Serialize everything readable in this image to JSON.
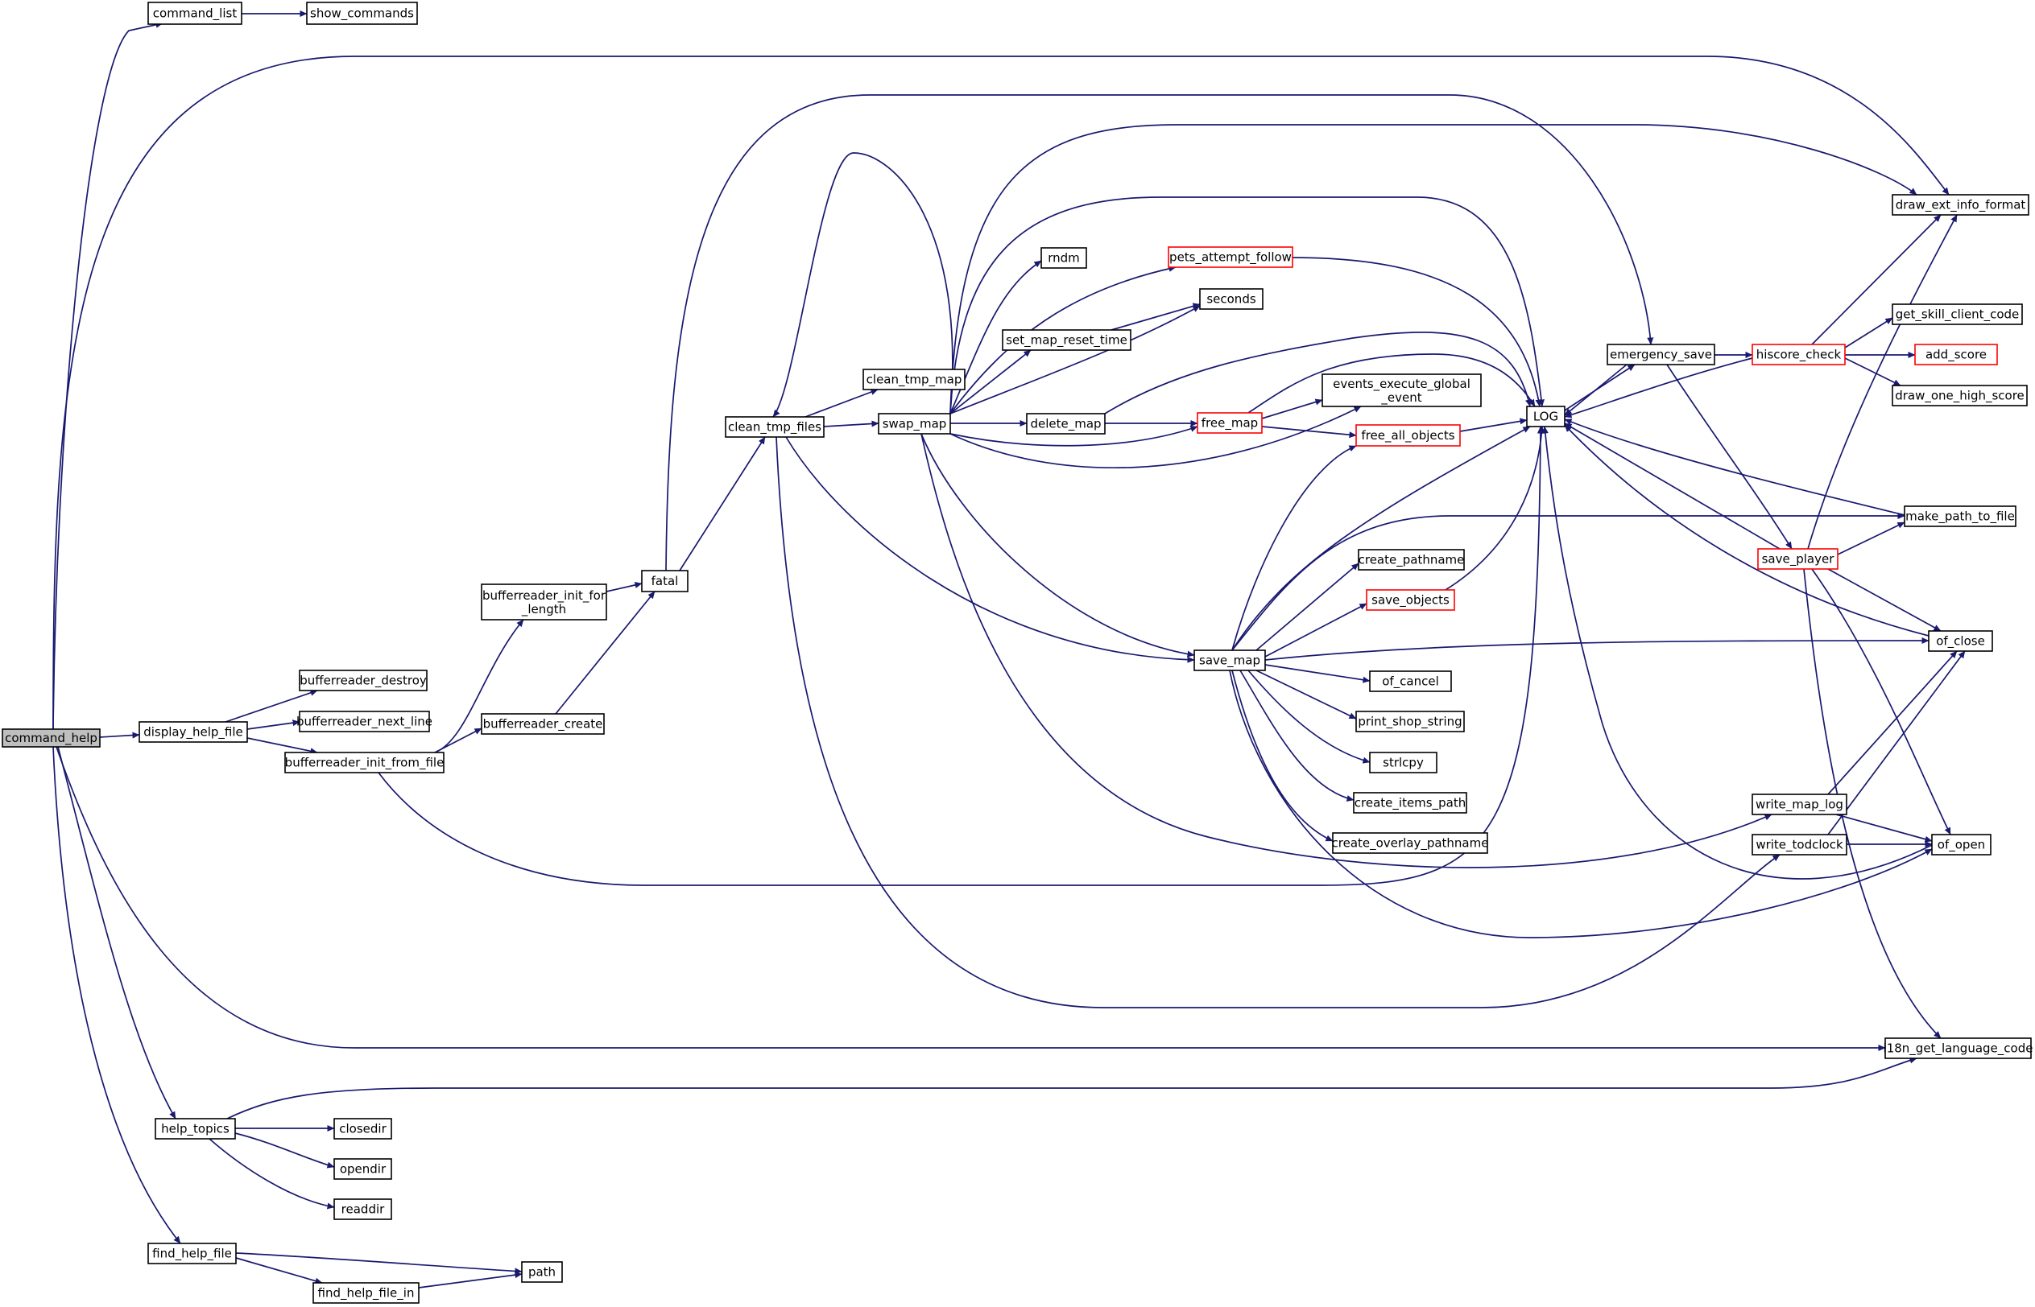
{
  "colors": {
    "edge": "#191970",
    "node_border": "#000000",
    "node_border_incomplete": "#ff0000",
    "root_fill": "#bfbfbf",
    "background": "#ffffff"
  },
  "nodes": [
    {
      "id": "command_help",
      "label": "command_help",
      "style": "root"
    },
    {
      "id": "command_list",
      "label": "command_list"
    },
    {
      "id": "show_commands",
      "label": "show_commands"
    },
    {
      "id": "display_help_file",
      "label": "display_help_file"
    },
    {
      "id": "bufferreader_destroy",
      "label": "bufferreader_destroy"
    },
    {
      "id": "bufferreader_next_line",
      "label": "bufferreader_next_line"
    },
    {
      "id": "bufferreader_init_from_file",
      "label": "bufferreader_init_from_file"
    },
    {
      "id": "bufferreader_init_for_length",
      "label": "bufferreader_init_for\n_length"
    },
    {
      "id": "bufferreader_create",
      "label": "bufferreader_create"
    },
    {
      "id": "fatal",
      "label": "fatal"
    },
    {
      "id": "clean_tmp_files",
      "label": "clean_tmp_files"
    },
    {
      "id": "clean_tmp_map",
      "label": "clean_tmp_map"
    },
    {
      "id": "swap_map",
      "label": "swap_map"
    },
    {
      "id": "rndm",
      "label": "rndm"
    },
    {
      "id": "pets_attempt_follow",
      "label": "pets_attempt_follow",
      "style": "red"
    },
    {
      "id": "seconds",
      "label": "seconds"
    },
    {
      "id": "set_map_reset_time",
      "label": "set_map_reset_time"
    },
    {
      "id": "delete_map",
      "label": "delete_map"
    },
    {
      "id": "free_map",
      "label": "free_map",
      "style": "red"
    },
    {
      "id": "events_execute_global_event",
      "label": "events_execute_global\n_event"
    },
    {
      "id": "free_all_objects",
      "label": "free_all_objects",
      "style": "red"
    },
    {
      "id": "LOG",
      "label": "LOG"
    },
    {
      "id": "emergency_save",
      "label": "emergency_save"
    },
    {
      "id": "hiscore_check",
      "label": "hiscore_check",
      "style": "red"
    },
    {
      "id": "draw_ext_info_format",
      "label": "draw_ext_info_format"
    },
    {
      "id": "get_skill_client_code",
      "label": "get_skill_client_code"
    },
    {
      "id": "add_score",
      "label": "add_score",
      "style": "red"
    },
    {
      "id": "draw_one_high_score",
      "label": "draw_one_high_score"
    },
    {
      "id": "make_path_to_file",
      "label": "make_path_to_file"
    },
    {
      "id": "save_player",
      "label": "save_player",
      "style": "red"
    },
    {
      "id": "create_pathname",
      "label": "create_pathname"
    },
    {
      "id": "save_objects",
      "label": "save_objects",
      "style": "red"
    },
    {
      "id": "save_map",
      "label": "save_map"
    },
    {
      "id": "of_close",
      "label": "of_close"
    },
    {
      "id": "of_cancel",
      "label": "of_cancel"
    },
    {
      "id": "print_shop_string",
      "label": "print_shop_string"
    },
    {
      "id": "strlcpy",
      "label": "strlcpy"
    },
    {
      "id": "create_items_path",
      "label": "create_items_path"
    },
    {
      "id": "create_overlay_pathname",
      "label": "create_overlay_pathname"
    },
    {
      "id": "write_map_log",
      "label": "write_map_log"
    },
    {
      "id": "write_todclock",
      "label": "write_todclock"
    },
    {
      "id": "of_open",
      "label": "of_open"
    },
    {
      "id": "i18n_get_language_code",
      "label": "i18n_get_language_code"
    },
    {
      "id": "help_topics",
      "label": "help_topics"
    },
    {
      "id": "closedir",
      "label": "closedir"
    },
    {
      "id": "opendir",
      "label": "opendir"
    },
    {
      "id": "readdir",
      "label": "readdir"
    },
    {
      "id": "find_help_file",
      "label": "find_help_file"
    },
    {
      "id": "find_help_file_in",
      "label": "find_help_file_in"
    },
    {
      "id": "path",
      "label": "path"
    }
  ],
  "edges": [
    [
      "command_help",
      "command_list"
    ],
    [
      "command_list",
      "show_commands"
    ],
    [
      "command_help",
      "draw_ext_info_format"
    ],
    [
      "command_help",
      "display_help_file"
    ],
    [
      "command_help",
      "i18n_get_language_code"
    ],
    [
      "command_help",
      "help_topics"
    ],
    [
      "command_help",
      "find_help_file"
    ],
    [
      "display_help_file",
      "bufferreader_destroy"
    ],
    [
      "display_help_file",
      "bufferreader_next_line"
    ],
    [
      "display_help_file",
      "bufferreader_init_from_file"
    ],
    [
      "bufferreader_init_from_file",
      "bufferreader_init_for_length"
    ],
    [
      "bufferreader_init_from_file",
      "bufferreader_create"
    ],
    [
      "bufferreader_init_from_file",
      "LOG"
    ],
    [
      "bufferreader_init_for_length",
      "fatal"
    ],
    [
      "bufferreader_create",
      "fatal"
    ],
    [
      "fatal",
      "clean_tmp_files"
    ],
    [
      "fatal",
      "emergency_save"
    ],
    [
      "clean_tmp_files",
      "clean_tmp_map"
    ],
    [
      "clean_tmp_files",
      "swap_map"
    ],
    [
      "clean_tmp_files",
      "save_map"
    ],
    [
      "clean_tmp_files",
      "write_todclock"
    ],
    [
      "swap_map",
      "rndm"
    ],
    [
      "swap_map",
      "pets_attempt_follow"
    ],
    [
      "swap_map",
      "seconds"
    ],
    [
      "swap_map",
      "set_map_reset_time"
    ],
    [
      "swap_map",
      "delete_map"
    ],
    [
      "swap_map",
      "free_map"
    ],
    [
      "swap_map",
      "events_execute_global_event"
    ],
    [
      "swap_map",
      "LOG"
    ],
    [
      "swap_map",
      "save_map"
    ],
    [
      "swap_map",
      "write_map_log"
    ],
    [
      "swap_map",
      "clean_tmp_files"
    ],
    [
      "swap_map",
      "draw_ext_info_format"
    ],
    [
      "pets_attempt_follow",
      "LOG"
    ],
    [
      "set_map_reset_time",
      "seconds"
    ],
    [
      "delete_map",
      "free_map"
    ],
    [
      "delete_map",
      "LOG"
    ],
    [
      "free_map",
      "events_execute_global_event"
    ],
    [
      "free_map",
      "free_all_objects"
    ],
    [
      "free_map",
      "LOG"
    ],
    [
      "free_all_objects",
      "LOG"
    ],
    [
      "LOG",
      "emergency_save"
    ],
    [
      "emergency_save",
      "LOG"
    ],
    [
      "emergency_save",
      "hiscore_check"
    ],
    [
      "emergency_save",
      "save_player"
    ],
    [
      "hiscore_check",
      "draw_ext_info_format"
    ],
    [
      "hiscore_check",
      "get_skill_client_code"
    ],
    [
      "hiscore_check",
      "add_score"
    ],
    [
      "hiscore_check",
      "draw_one_high_score"
    ],
    [
      "hiscore_check",
      "LOG"
    ],
    [
      "save_player",
      "LOG"
    ],
    [
      "save_player",
      "draw_ext_info_format"
    ],
    [
      "save_player",
      "make_path_to_file"
    ],
    [
      "save_player",
      "of_close"
    ],
    [
      "save_player",
      "of_open"
    ],
    [
      "save_player",
      "i18n_get_language_code"
    ],
    [
      "make_path_to_file",
      "LOG"
    ],
    [
      "save_map",
      "free_all_objects"
    ],
    [
      "save_map",
      "LOG"
    ],
    [
      "save_map",
      "make_path_to_file"
    ],
    [
      "save_map",
      "create_pathname"
    ],
    [
      "save_map",
      "save_objects"
    ],
    [
      "save_map",
      "of_close"
    ],
    [
      "save_map",
      "of_cancel"
    ],
    [
      "save_map",
      "print_shop_string"
    ],
    [
      "save_map",
      "strlcpy"
    ],
    [
      "save_map",
      "create_items_path"
    ],
    [
      "save_map",
      "create_overlay_pathname"
    ],
    [
      "save_map",
      "of_open"
    ],
    [
      "save_objects",
      "LOG"
    ],
    [
      "of_close",
      "LOG"
    ],
    [
      "of_open",
      "LOG"
    ],
    [
      "write_map_log",
      "of_close"
    ],
    [
      "write_map_log",
      "of_open"
    ],
    [
      "write_todclock",
      "of_close"
    ],
    [
      "write_todclock",
      "of_open"
    ],
    [
      "help_topics",
      "closedir"
    ],
    [
      "help_topics",
      "opendir"
    ],
    [
      "help_topics",
      "readdir"
    ],
    [
      "help_topics",
      "i18n_get_language_code"
    ],
    [
      "find_help_file",
      "path"
    ],
    [
      "find_help_file",
      "find_help_file_in"
    ],
    [
      "find_help_file_in",
      "path"
    ]
  ]
}
